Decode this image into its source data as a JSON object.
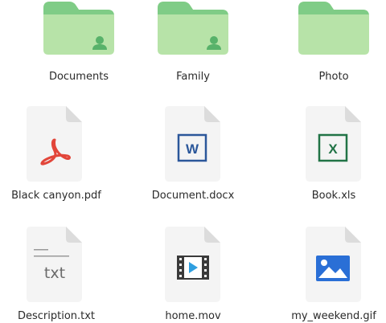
{
  "items": [
    {
      "name": "Documents",
      "type": "folder",
      "shared": true
    },
    {
      "name": "Family",
      "type": "folder",
      "shared": true
    },
    {
      "name": "Photo",
      "type": "folder",
      "shared": false
    },
    {
      "name": "Black canyon.pdf",
      "type": "pdf"
    },
    {
      "name": "Document.docx",
      "type": "docx",
      "glyph": "W"
    },
    {
      "name": "Book.xls",
      "type": "xls",
      "glyph": "X"
    },
    {
      "name": "Description.txt",
      "type": "txt",
      "glyph": "txt"
    },
    {
      "name": "home.mov",
      "type": "mov"
    },
    {
      "name": "my_weekend.gif",
      "type": "gif"
    }
  ],
  "colors": {
    "folder": "#b7e3a8",
    "folder_tab": "#7fcc86",
    "folder_person": "#58b26a",
    "page": "#f4f4f4",
    "page_fold": "#dcdcdc",
    "pdf": "#e2463a",
    "word": "#2b579a",
    "excel": "#217346",
    "txt": "#6a6a6a",
    "mov": "#3a3a3a",
    "mov_accent": "#2f9fe0",
    "gif": "#2a6fd6"
  }
}
